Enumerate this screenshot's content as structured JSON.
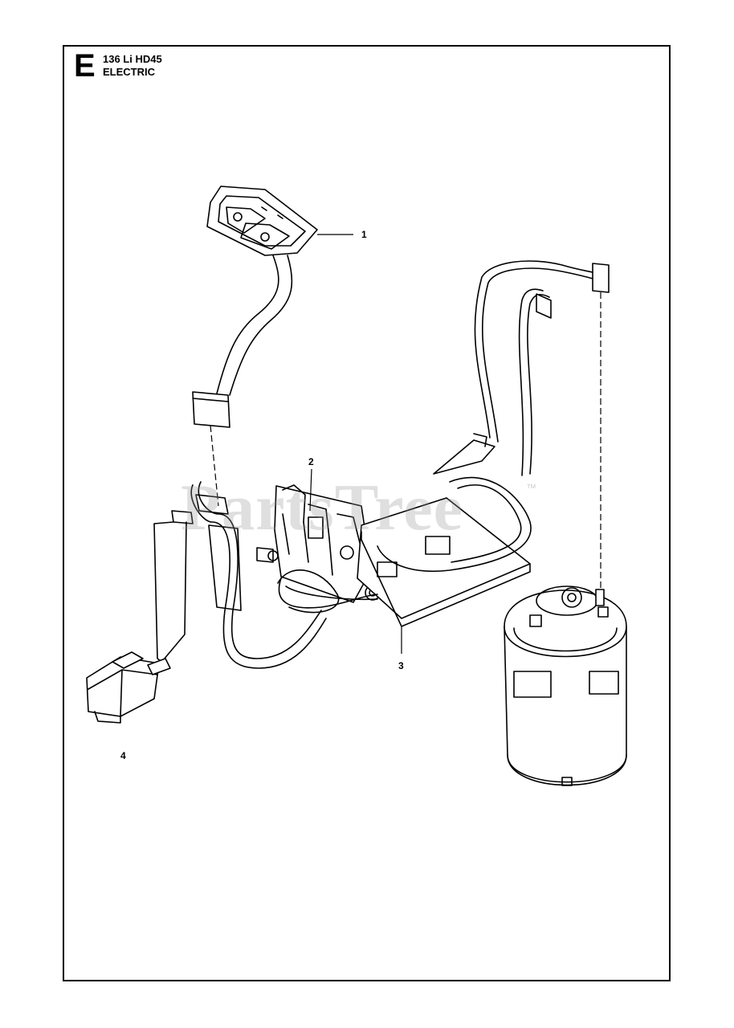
{
  "header": {
    "section_letter": "E",
    "model": "136 Li HD45",
    "section_name": "ELECTRIC"
  },
  "callouts": [
    "1",
    "2",
    "3",
    "4"
  ],
  "watermark": {
    "text": "PartsTree",
    "trademark": "™"
  },
  "colors": {
    "line": "#000000",
    "background": "#ffffff",
    "watermark": "#969696"
  }
}
